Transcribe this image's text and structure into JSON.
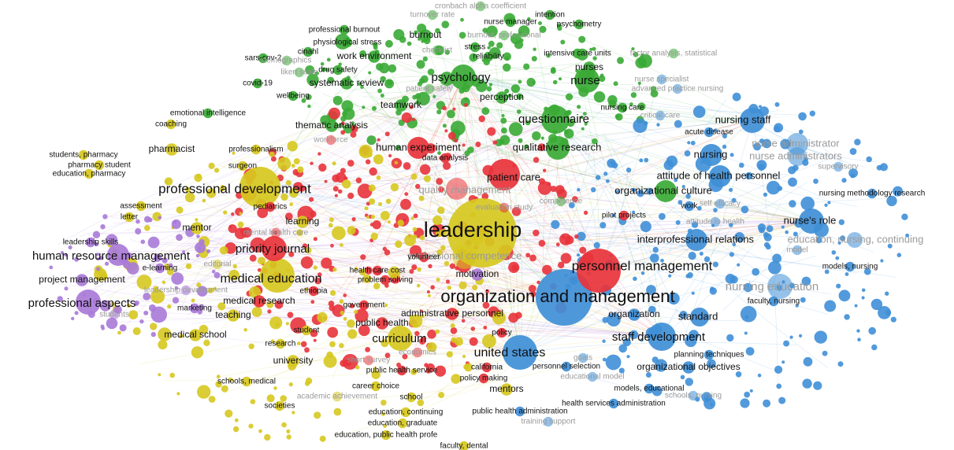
{
  "diagram": {
    "type": "keyword co-occurrence network",
    "clusters": [
      {
        "id": "red",
        "color": "#e8333b"
      },
      {
        "id": "green",
        "color": "#3aaa35"
      },
      {
        "id": "blue",
        "color": "#3f8fd7"
      },
      {
        "id": "yellow",
        "color": "#d6c81f"
      },
      {
        "id": "purple",
        "color": "#a97ad8"
      }
    ],
    "nodes": [
      {
        "label": "leadership",
        "cluster": "yellow",
        "weight": 10
      },
      {
        "label": "organization and management",
        "cluster": "blue",
        "weight": 9
      },
      {
        "label": "personnel management",
        "cluster": "red",
        "weight": 7
      },
      {
        "label": "professional development",
        "cluster": "yellow",
        "weight": 7
      },
      {
        "label": "united states",
        "cluster": "blue",
        "weight": 6
      },
      {
        "label": "medical education",
        "cluster": "yellow",
        "weight": 6
      },
      {
        "label": "nursing education",
        "cluster": "blue",
        "weight": 5,
        "faded": true
      },
      {
        "label": "staff development",
        "cluster": "blue",
        "weight": 5
      },
      {
        "label": "questionnaire",
        "cluster": "green",
        "weight": 5
      },
      {
        "label": "psychology",
        "cluster": "green",
        "weight": 5
      },
      {
        "label": "nurse",
        "cluster": "green",
        "weight": 5
      },
      {
        "label": "curriculum",
        "cluster": "yellow",
        "weight": 5
      },
      {
        "label": "priority journal",
        "cluster": "red",
        "weight": 5
      },
      {
        "label": "human resource management",
        "cluster": "purple",
        "weight": 5
      },
      {
        "label": "professional aspects",
        "cluster": "purple",
        "weight": 5
      },
      {
        "label": "nursing staff",
        "cluster": "blue",
        "weight": 4
      },
      {
        "label": "nursing",
        "cluster": "blue",
        "weight": 4
      },
      {
        "label": "nurse administrator",
        "cluster": "blue",
        "weight": 4,
        "faded": true
      },
      {
        "label": "nurse administrators",
        "cluster": "blue",
        "weight": 4,
        "faded": true
      },
      {
        "label": "attitude of health personnel",
        "cluster": "blue",
        "weight": 4
      },
      {
        "label": "organizational culture",
        "cluster": "green",
        "weight": 4
      },
      {
        "label": "nurse's role",
        "cluster": "blue",
        "weight": 4
      },
      {
        "label": "interprofessional relations",
        "cluster": "blue",
        "weight": 4
      },
      {
        "label": "education, nursing, continuing",
        "cluster": "blue",
        "weight": 4,
        "faded": true
      },
      {
        "label": "qualitative research",
        "cluster": "green",
        "weight": 4
      },
      {
        "label": "human experiment",
        "cluster": "red",
        "weight": 4
      },
      {
        "label": "patient care",
        "cluster": "red",
        "weight": 4
      },
      {
        "label": "quality management",
        "cluster": "red",
        "weight": 4,
        "faded": true
      },
      {
        "label": "professional competence",
        "cluster": "yellow",
        "weight": 4,
        "faded": true
      },
      {
        "label": "standard",
        "cluster": "blue",
        "weight": 4
      },
      {
        "label": "organizational objectives",
        "cluster": "blue",
        "weight": 3
      },
      {
        "label": "public health",
        "cluster": "red",
        "weight": 3
      },
      {
        "label": "mentors",
        "cluster": "yellow",
        "weight": 3
      },
      {
        "label": "teaching",
        "cluster": "yellow",
        "weight": 3
      },
      {
        "label": "learning",
        "cluster": "yellow",
        "weight": 3
      },
      {
        "label": "mentor",
        "cluster": "yellow",
        "weight": 3
      },
      {
        "label": "medical school",
        "cluster": "yellow",
        "weight": 3
      },
      {
        "label": "university",
        "cluster": "yellow",
        "weight": 3
      },
      {
        "label": "motivation",
        "cluster": "purple",
        "weight": 3
      },
      {
        "label": "medical research",
        "cluster": "red",
        "weight": 3
      },
      {
        "label": "project management",
        "cluster": "purple",
        "weight": 3
      },
      {
        "label": "pharmacist",
        "cluster": "yellow",
        "weight": 3
      },
      {
        "label": "professionalism",
        "cluster": "yellow",
        "weight": 2
      },
      {
        "label": "teamwork",
        "cluster": "green",
        "weight": 3
      },
      {
        "label": "perception",
        "cluster": "green",
        "weight": 3
      },
      {
        "label": "thematic analysis",
        "cluster": "green",
        "weight": 3
      },
      {
        "label": "systematic review",
        "cluster": "green",
        "weight": 3
      },
      {
        "label": "work environment",
        "cluster": "green",
        "weight": 3
      },
      {
        "label": "burnout",
        "cluster": "green",
        "weight": 3
      },
      {
        "label": "administrative personnel",
        "cluster": "red",
        "weight": 3
      },
      {
        "label": "organization",
        "cluster": "blue",
        "weight": 3
      },
      {
        "label": "models, nursing",
        "cluster": "blue",
        "weight": 2
      },
      {
        "label": "nursing methodology research",
        "cluster": "blue",
        "weight": 2
      },
      {
        "label": "public health service",
        "cluster": "red",
        "weight": 2
      },
      {
        "label": "policy making",
        "cluster": "red",
        "weight": 2
      },
      {
        "label": "models, educational",
        "cluster": "blue",
        "weight": 2
      },
      {
        "label": "health services administration",
        "cluster": "blue",
        "weight": 2
      },
      {
        "label": "planning techniques",
        "cluster": "blue",
        "weight": 2
      },
      {
        "label": "personnel selection",
        "cluster": "blue",
        "weight": 2
      },
      {
        "label": "california",
        "cluster": "red",
        "weight": 2
      },
      {
        "label": "policy",
        "cluster": "red",
        "weight": 2
      },
      {
        "label": "career choice",
        "cluster": "yellow",
        "weight": 2
      },
      {
        "label": "school",
        "cluster": "yellow",
        "weight": 2
      },
      {
        "label": "education, continuing",
        "cluster": "yellow",
        "weight": 2
      },
      {
        "label": "public health administration",
        "cluster": "blue",
        "weight": 2
      },
      {
        "label": "education, graduate",
        "cluster": "yellow",
        "weight": 2
      },
      {
        "label": "education, public health profe",
        "cluster": "yellow",
        "weight": 2
      },
      {
        "label": "faculty, dental",
        "cluster": "yellow",
        "weight": 2
      },
      {
        "label": "schools, medical",
        "cluster": "yellow",
        "weight": 2
      },
      {
        "label": "societies",
        "cluster": "yellow",
        "weight": 2
      },
      {
        "label": "research",
        "cluster": "yellow",
        "weight": 2
      },
      {
        "label": "student",
        "cluster": "yellow",
        "weight": 2
      },
      {
        "label": "leadership skills",
        "cluster": "purple",
        "weight": 2
      },
      {
        "label": "e-learning",
        "cluster": "purple",
        "weight": 2
      },
      {
        "label": "surgeon",
        "cluster": "yellow",
        "weight": 2
      },
      {
        "label": "pediatrics",
        "cluster": "red",
        "weight": 2
      },
      {
        "label": "assessment",
        "cluster": "yellow",
        "weight": 2
      },
      {
        "label": "letter",
        "cluster": "yellow",
        "weight": 2
      },
      {
        "label": "coaching",
        "cluster": "yellow",
        "weight": 2
      },
      {
        "label": "emotional intelligence",
        "cluster": "green",
        "weight": 2
      },
      {
        "label": "wellbeing",
        "cluster": "green",
        "weight": 2
      },
      {
        "label": "covid-19",
        "cluster": "green",
        "weight": 2
      },
      {
        "label": "drug safety",
        "cluster": "green",
        "weight": 2
      },
      {
        "label": "sars-cov-2",
        "cluster": "green",
        "weight": 2
      },
      {
        "label": "cinahl",
        "cluster": "green",
        "weight": 2
      },
      {
        "label": "physiological stress",
        "cluster": "green",
        "weight": 2
      },
      {
        "label": "professional burnout",
        "cluster": "green",
        "weight": 2
      },
      {
        "label": "nurse manager",
        "cluster": "green",
        "weight": 2
      },
      {
        "label": "psychometry",
        "cluster": "green",
        "weight": 2
      },
      {
        "label": "intention",
        "cluster": "green",
        "weight": 2
      },
      {
        "label": "reliability",
        "cluster": "green",
        "weight": 2
      },
      {
        "label": "stress",
        "cluster": "green",
        "weight": 2
      },
      {
        "label": "nurses",
        "cluster": "green",
        "weight": 3
      },
      {
        "label": "intensive care units",
        "cluster": "green",
        "weight": 2
      },
      {
        "label": "nursing care",
        "cluster": "green",
        "weight": 2
      },
      {
        "label": "acute disease",
        "cluster": "blue",
        "weight": 2
      },
      {
        "label": "work",
        "cluster": "blue",
        "weight": 2
      },
      {
        "label": "pilot projects",
        "cluster": "red",
        "weight": 2
      },
      {
        "label": "faculty, nursing",
        "cluster": "blue",
        "weight": 2
      },
      {
        "label": "data analysis",
        "cluster": "red",
        "weight": 2
      },
      {
        "label": "ethiopia",
        "cluster": "red",
        "weight": 2
      },
      {
        "label": "volunteer",
        "cluster": "red",
        "weight": 2
      },
      {
        "label": "problem solving",
        "cluster": "red",
        "weight": 2
      },
      {
        "label": "health care cost",
        "cluster": "red",
        "weight": 2
      },
      {
        "label": "government",
        "cluster": "red",
        "weight": 2
      },
      {
        "label": "marketing",
        "cluster": "purple",
        "weight": 2
      },
      {
        "label": "students, pharmacy",
        "cluster": "yellow",
        "weight": 2
      },
      {
        "label": "pharmacy student",
        "cluster": "yellow",
        "weight": 2
      },
      {
        "label": "education, pharmacy",
        "cluster": "yellow",
        "weight": 2
      },
      {
        "label": "mental health care",
        "cluster": "red",
        "weight": 2,
        "faded": true
      },
      {
        "label": "factor analysis, statistical",
        "cluster": "green",
        "weight": 2,
        "faded": true
      },
      {
        "label": "burnout, professional",
        "cluster": "green",
        "weight": 2,
        "faded": true
      },
      {
        "label": "turnover rate",
        "cluster": "green",
        "weight": 2,
        "faded": true
      },
      {
        "label": "cronbach alpha coefficient",
        "cluster": "green",
        "weight": 2,
        "faded": true
      },
      {
        "label": "demographics",
        "cluster": "green",
        "weight": 2,
        "faded": true
      },
      {
        "label": "likert scale",
        "cluster": "green",
        "weight": 2,
        "faded": true
      },
      {
        "label": "checklist",
        "cluster": "green",
        "weight": 2,
        "faded": true
      },
      {
        "label": "patient safety",
        "cluster": "green",
        "weight": 2,
        "faded": true
      },
      {
        "label": "advanced practice nursing",
        "cluster": "blue",
        "weight": 2,
        "faded": true
      },
      {
        "label": "nurse specialist",
        "cluster": "blue",
        "weight": 2,
        "faded": true
      },
      {
        "label": "critical care",
        "cluster": "blue",
        "weight": 2,
        "faded": true
      },
      {
        "label": "supervisory",
        "cluster": "blue",
        "weight": 2,
        "faded": true
      },
      {
        "label": "self efficacy",
        "cluster": "blue",
        "weight": 2,
        "faded": true
      },
      {
        "label": "attitude to health",
        "cluster": "blue",
        "weight": 2,
        "faded": true
      },
      {
        "label": "model",
        "cluster": "blue",
        "weight": 2,
        "faded": true
      },
      {
        "label": "competence",
        "cluster": "green",
        "weight": 2,
        "faded": true
      },
      {
        "label": "evaluation study",
        "cluster": "red",
        "weight": 2,
        "faded": true
      },
      {
        "label": "leadership development",
        "cluster": "purple",
        "weight": 2,
        "faded": true
      },
      {
        "label": "students",
        "cluster": "purple",
        "weight": 2,
        "faded": true
      },
      {
        "label": "economics",
        "cluster": "red",
        "weight": 2,
        "faded": true
      },
      {
        "label": "academic achievement",
        "cluster": "yellow",
        "weight": 2,
        "faded": true
      },
      {
        "label": "training support",
        "cluster": "blue",
        "weight": 2,
        "faded": true
      },
      {
        "label": "schools, nursing",
        "cluster": "blue",
        "weight": 2,
        "faded": true
      },
      {
        "label": "educational model",
        "cluster": "blue",
        "weight": 2,
        "faded": true
      },
      {
        "label": "goals",
        "cluster": "blue",
        "weight": 2,
        "faded": true
      },
      {
        "label": "workforce",
        "cluster": "red",
        "weight": 2,
        "faded": true
      },
      {
        "label": "editorial",
        "cluster": "yellow",
        "weight": 2,
        "faded": true
      },
      {
        "label": "short survey",
        "cluster": "red",
        "weight": 2,
        "faded": true
      }
    ]
  }
}
